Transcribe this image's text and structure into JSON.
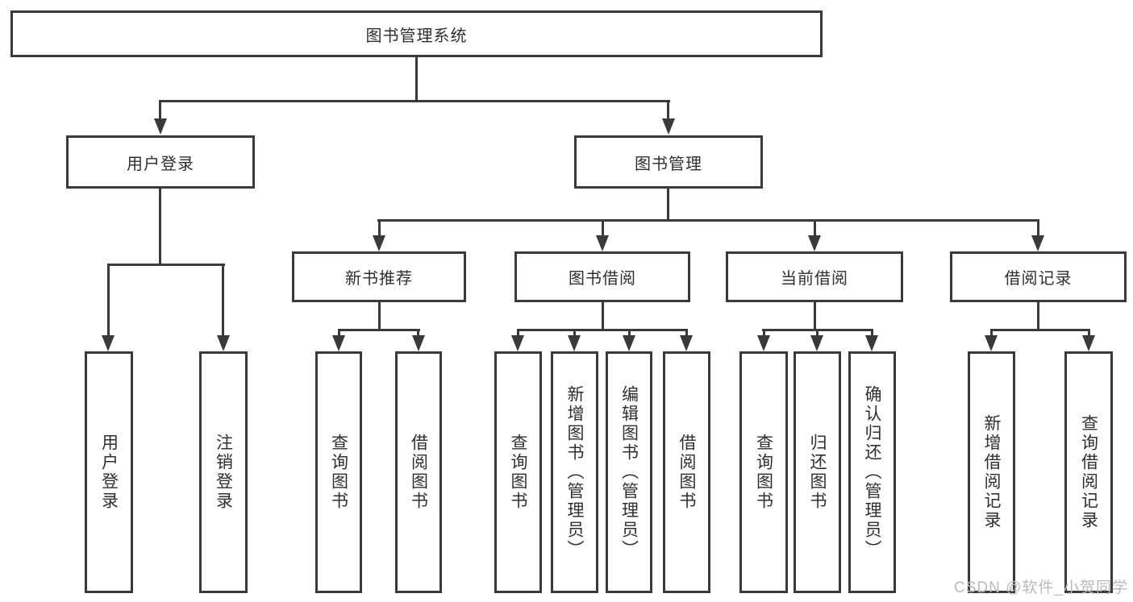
{
  "tree": {
    "root": "图书管理系统",
    "branches": [
      {
        "label": "用户登录",
        "children": [
          "用户登录",
          "注销登录"
        ]
      },
      {
        "label": "图书管理",
        "children": [
          {
            "label": "新书推荐",
            "children": [
              "查询图书",
              "借阅图书"
            ]
          },
          {
            "label": "图书借阅",
            "children": [
              "查询图书",
              "新增图书（管理员）",
              "编辑图书（管理员）",
              "借阅图书"
            ]
          },
          {
            "label": "当前借阅",
            "children": [
              "查询图书",
              "归还图书",
              "确认归还（管理员）"
            ]
          },
          {
            "label": "借阅记录",
            "children": [
              "新增借阅记录",
              "查询借阅记录"
            ]
          }
        ]
      }
    ]
  },
  "watermark": "CSDN @软件_小贺同学",
  "colors": {
    "line": "#3a3a3a",
    "box_border": "#3a3a3a",
    "text": "#2f2f2f",
    "watermark": "#b9b9b9",
    "background": "#ffffff"
  }
}
